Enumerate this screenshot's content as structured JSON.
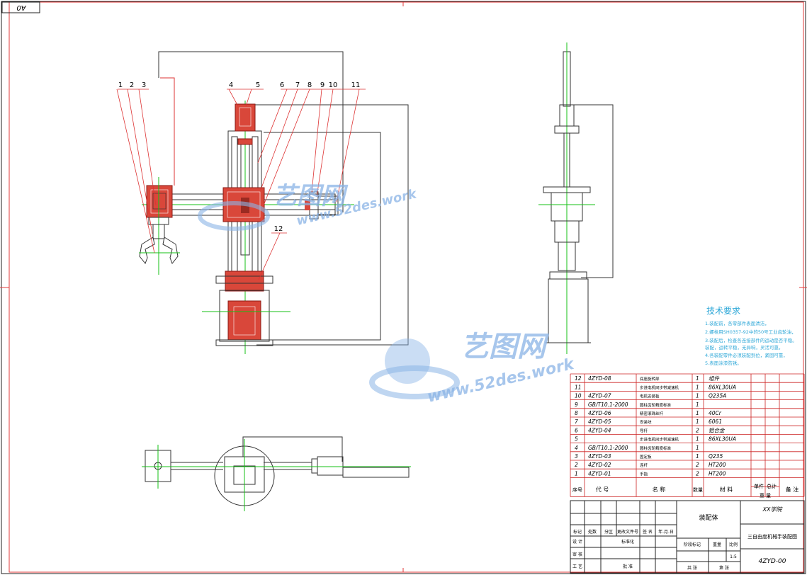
{
  "sheet": {
    "size_code": "A0"
  },
  "balloons": [
    "1",
    "2",
    "3",
    "4",
    "5",
    "6",
    "7",
    "8",
    "9",
    "10",
    "11",
    "12"
  ],
  "watermark": {
    "brand": "艺图网",
    "url": "www.52des.work"
  },
  "tech_requirements": {
    "title": "技术要求",
    "lines": [
      "1.装配前，各零部件表面清洁，",
      "2.螺栓用SH0357-92中的50号工业齿轮油，",
      "3.装配后，检查各连接部件的运动是否平稳。",
      "装配，运转平稳，无异响，灵活可靠，",
      "4.各装配零件必须装配到位，紧固可靠，",
      "5.表面涂漆防锈。"
    ]
  },
  "bom": {
    "headers": {
      "no": "序号",
      "code": "代 号",
      "name": "名 称",
      "qty": "数量",
      "material": "材 料",
      "unit_wt": "单件",
      "total_wt": "总计",
      "weight": "重 量",
      "remark": "备 注"
    },
    "rows": [
      {
        "no": "12",
        "code": "4ZYD-08",
        "name": "底座旋转部",
        "qty": "1",
        "material": "组件"
      },
      {
        "no": "11",
        "code": "",
        "name": "步进电机同步带减速机",
        "qty": "1",
        "material": "86XL30UA"
      },
      {
        "no": "10",
        "code": "4ZYD-07",
        "name": "电机安装板",
        "qty": "1",
        "material": "Q235A"
      },
      {
        "no": "9",
        "code": "GB/T10.1-2000",
        "name": "圆柱齿轮精度标准",
        "qty": "1",
        "material": ""
      },
      {
        "no": "8",
        "code": "4ZYD-06",
        "name": "精密滚珠丝杆",
        "qty": "1",
        "material": "40Cr"
      },
      {
        "no": "7",
        "code": "4ZYD-05",
        "name": "安装块",
        "qty": "1",
        "material": "6061"
      },
      {
        "no": "6",
        "code": "4ZYD-04",
        "name": "导杆",
        "qty": "2",
        "material": "铝合金"
      },
      {
        "no": "5",
        "code": "",
        "name": "步进电机同步带减速机",
        "qty": "1",
        "material": "86XL30UA"
      },
      {
        "no": "4",
        "code": "GB/T10.1-2000",
        "name": "圆柱齿轮精度标准",
        "qty": "1",
        "material": ""
      },
      {
        "no": "3",
        "code": "4ZYD-03",
        "name": "固定板",
        "qty": "1",
        "material": "Q235"
      },
      {
        "no": "2",
        "code": "4ZYD-02",
        "name": "连杆",
        "qty": "2",
        "material": "HT200"
      },
      {
        "no": "1",
        "code": "4ZYD-01",
        "name": "手指",
        "qty": "2",
        "material": "HT200"
      }
    ]
  },
  "title_block": {
    "assembly": "装配体",
    "school": "XX学院",
    "drawing_title": "三自由度机械手装配图",
    "drawing_no": "4ZYD-00",
    "scale_value": "1:5",
    "labels": {
      "mark": "标记",
      "count": "处数",
      "zone": "分区",
      "change_doc": "更改文件号",
      "signature": "签 名",
      "date": "年.月.日",
      "design": "设 计",
      "standardize": "标准化",
      "stage_mark": "阶段标记",
      "weight": "重量",
      "scale": "比例",
      "review": "审 核",
      "process": "工 艺",
      "approve": "批 准",
      "sheets_total": "共 张",
      "sheet_no": "第 张"
    }
  }
}
